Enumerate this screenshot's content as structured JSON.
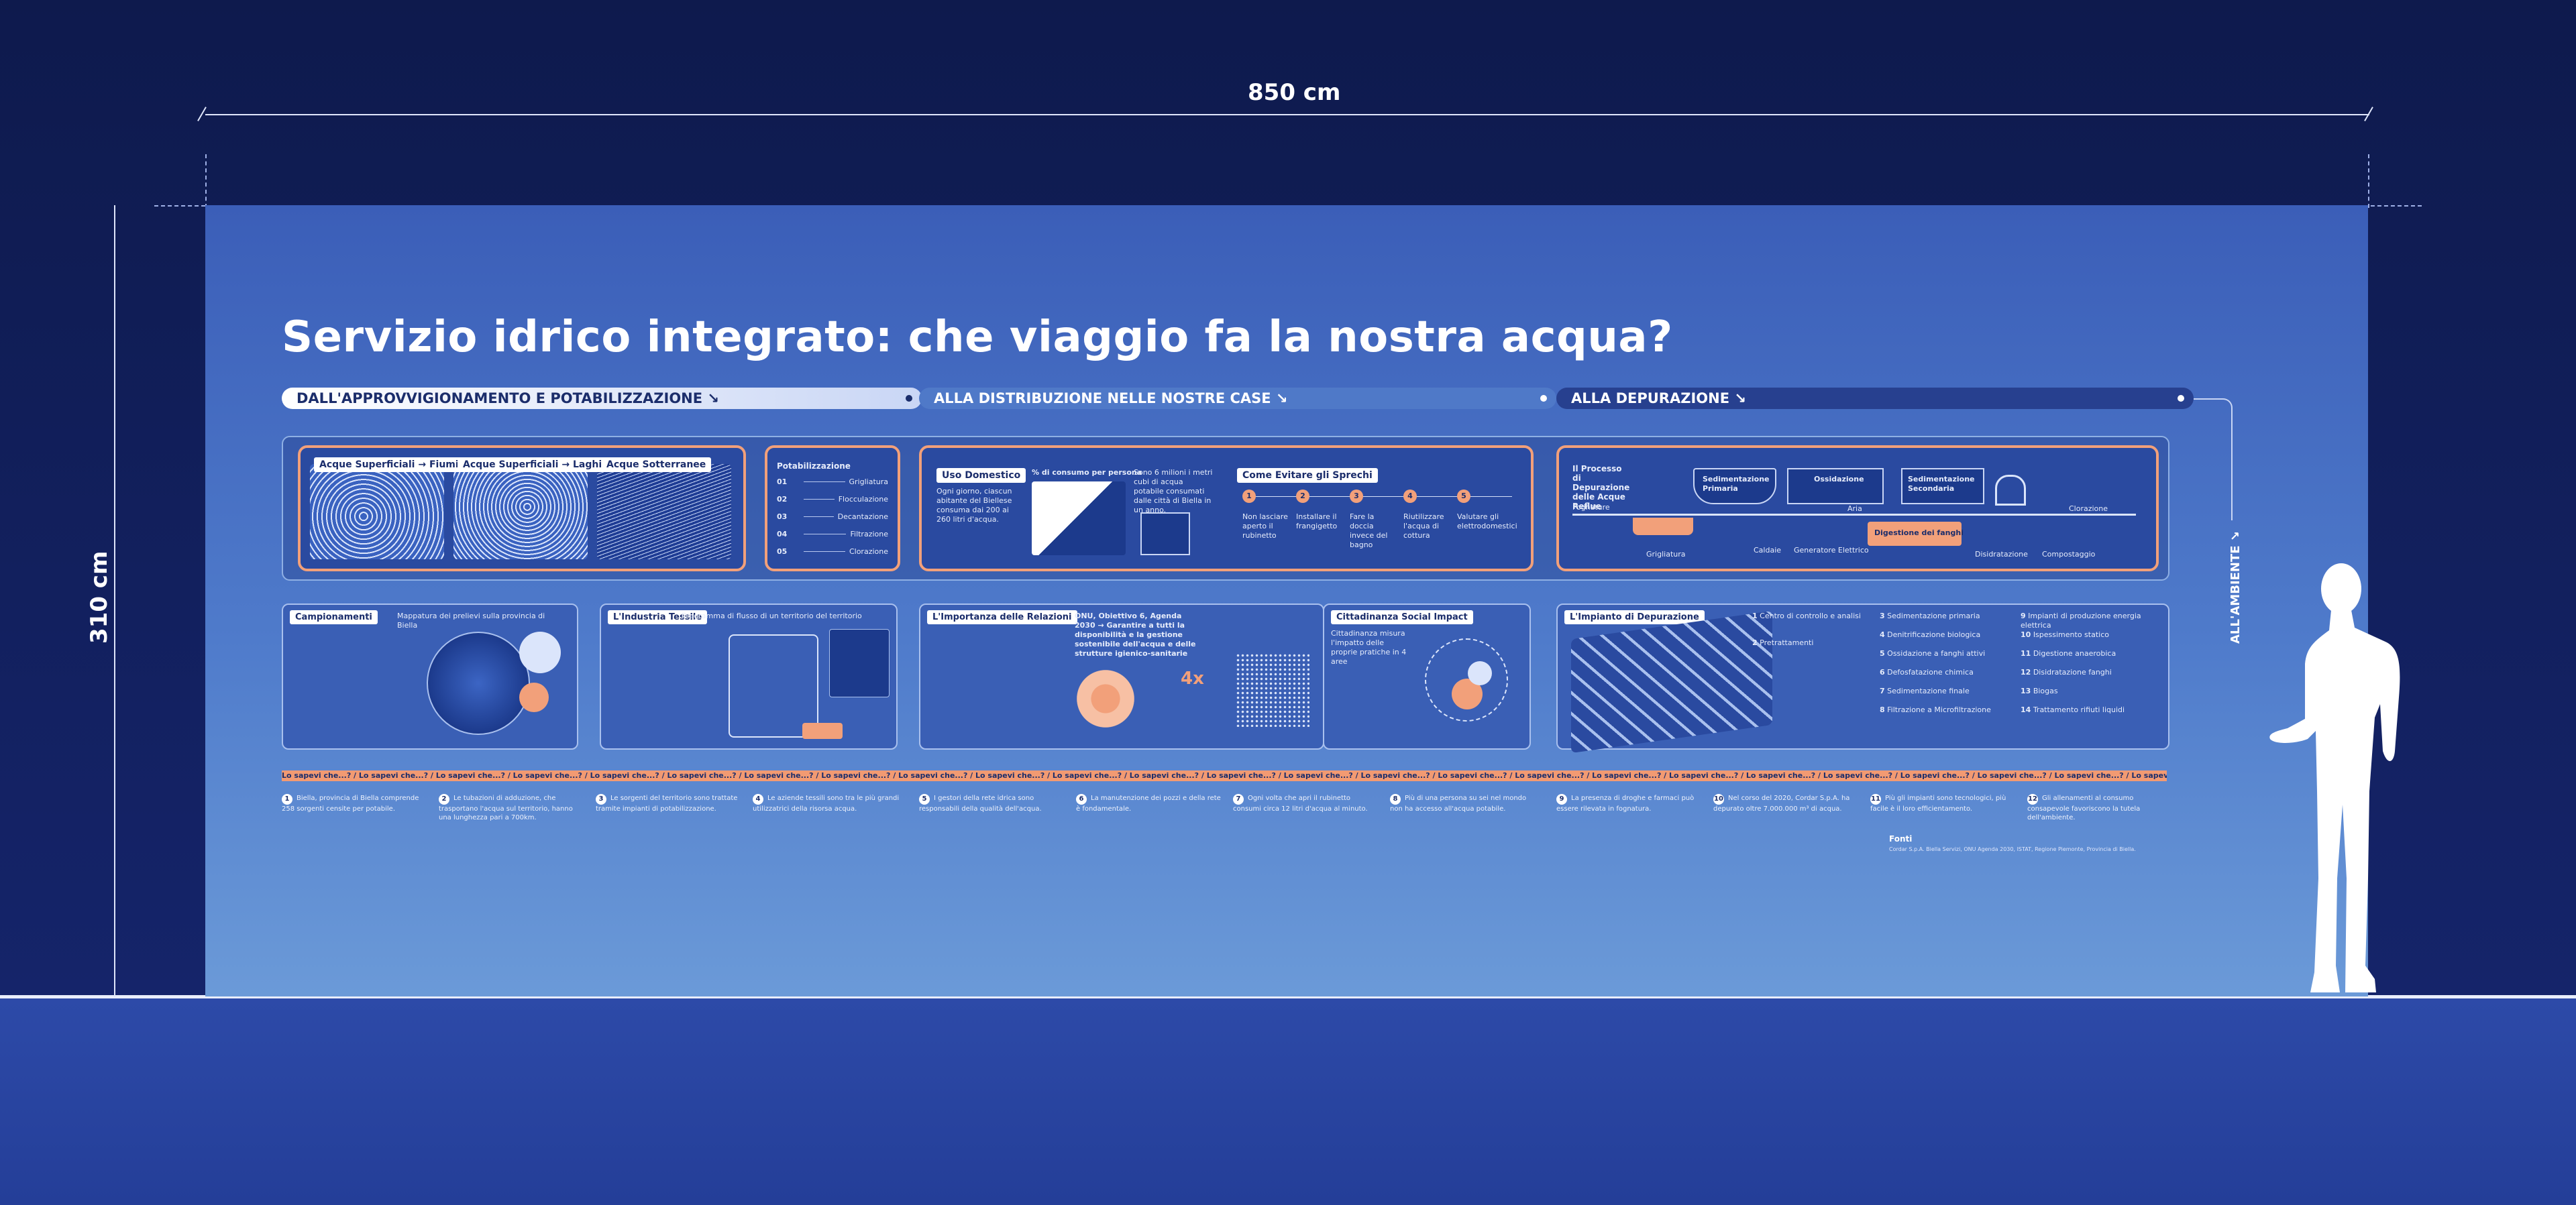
{
  "dimensions": {
    "width_label": "850 cm",
    "height_label": "310 cm"
  },
  "title": "Servizio idrico integrato: che viaggio fa la nostra acqua?",
  "sections": [
    {
      "label": "DALL'APPROVVIGIONAMENTO E POTABILIZZAZIONE ↘"
    },
    {
      "label": "ALLA DISTRIBUZIONE NELLE NOSTRE CASE ↘"
    },
    {
      "label": "ALLA DEPURAZIONE ↘"
    }
  ],
  "ambiente_label": "ALL'AMBIENTE ↘",
  "row1": {
    "sources": [
      {
        "label": "Acque Superficiali → Fiumi"
      },
      {
        "label": "Acque Superficiali → Laghi"
      },
      {
        "label": "Acque Sotterranee"
      }
    ],
    "potabilizzazione": {
      "title": "Potabilizzazione",
      "steps": [
        {
          "num": "01",
          "label": "Grigliatura"
        },
        {
          "num": "02",
          "label": "Flocculazione"
        },
        {
          "num": "03",
          "label": "Decantazione"
        },
        {
          "num": "04",
          "label": "Filtrazione"
        },
        {
          "num": "05",
          "label": "Clorazione"
        }
      ]
    },
    "uso_domestico": {
      "title": "Uso Domestico",
      "text": "Ogni giorno, ciascun abitante del Biellese consuma dai 200 ai 260 litri d'acqua.",
      "note": "% di consumo per persona",
      "text2": "Sono 6 milioni i metri cubi di acqua potabile consumati dalle città di Biella in un anno."
    },
    "sprechi": {
      "title": "Come Evitare gli Sprechi",
      "items": [
        {
          "num": "1",
          "text": "Non lasciare aperto il rubinetto"
        },
        {
          "num": "2",
          "text": "Installare il frangigetto"
        },
        {
          "num": "3",
          "text": "Fare la doccia invece del bagno"
        },
        {
          "num": "4",
          "text": "Riutilizzare l'acqua di cottura"
        },
        {
          "num": "5",
          "text": "Valutare gli elettrodomestici"
        }
      ]
    },
    "depurazione": {
      "title": "Il Processo di Depurazione delle Acque Reflue",
      "labels": [
        "Fognature",
        "Grigliatura",
        "Sedimentazione Primaria",
        "Ossidazione",
        "Sedimentazione Secondaria",
        "Digestione dei fanghi",
        "Clorazione",
        "Disidratazione",
        "Compostaggio",
        "Caldaie",
        "Generatore Elettrico",
        "Aria"
      ]
    }
  },
  "row2": [
    {
      "title": "Campionamenti",
      "subtitle": "Mappatura dei prelievi sulla provincia di Biella"
    },
    {
      "title": "L'Industria Tessile",
      "subtitle": "Diagramma di flusso di un territorio del territorio"
    },
    {
      "title": "L'Importanza delle Relazioni",
      "subtitle": "ONU, Obiettivo 6, Agenda 2030 → Garantire a tutti la disponibilità e la gestione sostenibile dell'acqua e delle strutture igienico-sanitarie",
      "stat": "4x"
    },
    {
      "title": "Cittadinanza Social Impact",
      "subtitle": "Cittadinanza misura l'impatto delle proprie pratiche in 4 aree"
    },
    {
      "title": "L'Impianto di Depurazione"
    }
  ],
  "depurazione_steps": [
    {
      "num": "1",
      "label": "Centro di controllo e analisi"
    },
    {
      "num": "2",
      "label": "Pretrattamenti"
    },
    {
      "num": "3",
      "label": "Sedimentazione primaria"
    },
    {
      "num": "4",
      "label": "Denitrificazione biologica"
    },
    {
      "num": "5",
      "label": "Ossidazione a fanghi attivi"
    },
    {
      "num": "6",
      "label": "Defosfatazione chimica"
    },
    {
      "num": "7",
      "label": "Sedimentazione finale"
    },
    {
      "num": "8",
      "label": "Filtrazione a Microfiltrazione"
    },
    {
      "num": "9",
      "label": "Impianti di produzione energia elettrica"
    },
    {
      "num": "10",
      "label": "Ispessimento statico"
    },
    {
      "num": "11",
      "label": "Digestione anaerobica"
    },
    {
      "num": "12",
      "label": "Disidratazione fanghi"
    },
    {
      "num": "13",
      "label": "Biogas"
    },
    {
      "num": "14",
      "label": "Trattamento rifiuti liquidi"
    }
  ],
  "strip_text": "Lo sapevi che...?",
  "facts": [
    {
      "num": "1",
      "text": "Biella, provincia di Biella comprende 258 sorgenti censite per potabile."
    },
    {
      "num": "2",
      "text": "Le tubazioni di adduzione, che trasportano l'acqua sul territorio, hanno una lunghezza pari a 700km."
    },
    {
      "num": "3",
      "text": "Le sorgenti del territorio sono trattate tramite impianti di potabilizzazione."
    },
    {
      "num": "4",
      "text": "Le aziende tessili sono tra le più grandi utilizzatrici della risorsa acqua."
    },
    {
      "num": "5",
      "text": "I gestori della rete idrica sono responsabili della qualità dell'acqua."
    },
    {
      "num": "6",
      "text": "La manutenzione dei pozzi e della rete è fondamentale."
    },
    {
      "num": "7",
      "text": "Ogni volta che apri il rubinetto consumi circa 12 litri d'acqua al minuto."
    },
    {
      "num": "8",
      "text": "Più di una persona su sei nel mondo non ha accesso all'acqua potabile."
    },
    {
      "num": "9",
      "text": "La presenza di droghe e farmaci può essere rilevata in fognatura."
    },
    {
      "num": "10",
      "text": "Nel corso del 2020, Cordar S.p.A. ha depurato oltre 7.000.000 m³ di acqua."
    },
    {
      "num": "11",
      "text": "Più gli impianti sono tecnologici, più facile è il loro efficientamento."
    },
    {
      "num": "12",
      "text": "Gli allenamenti al consumo consapevole favoriscono la tutela dell'ambiente."
    }
  ],
  "fonti": {
    "title": "Fonti",
    "text": "Cordar S.p.A. Biella Servizi, ONU Agenda 2030, ISTAT, Regione Piemonte, Provincia di Biella."
  },
  "colors": {
    "accent": "#f2a07a",
    "panel": "#4f7bcb",
    "background": "#14205a"
  }
}
